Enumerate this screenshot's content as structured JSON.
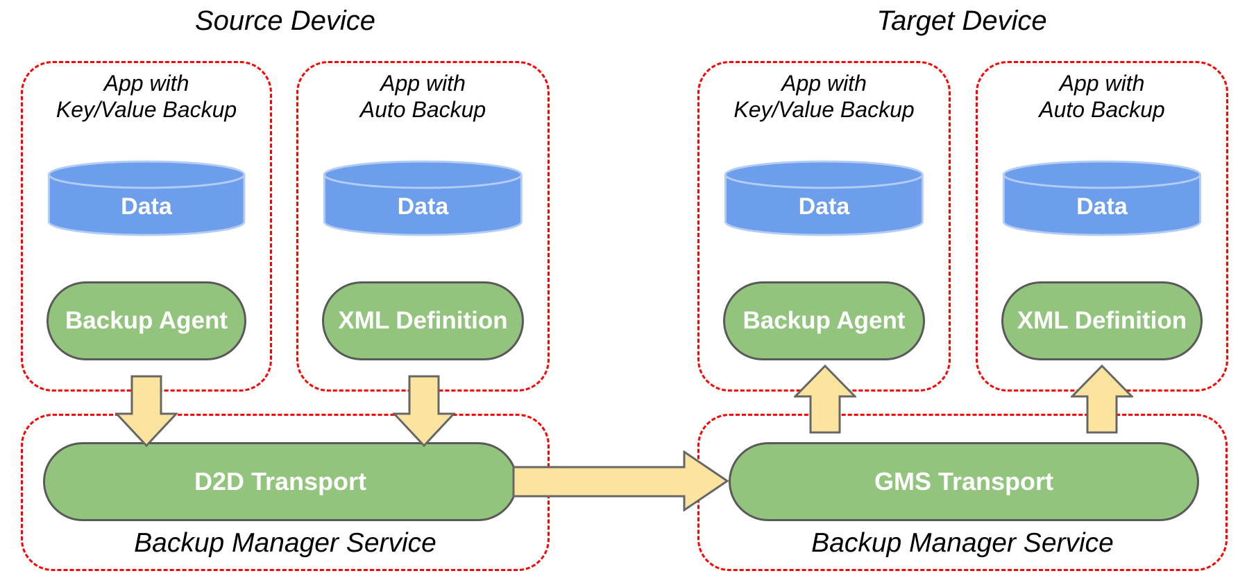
{
  "diagram": {
    "source": {
      "title": "Source Device",
      "apps": [
        {
          "label_line1": "App with",
          "label_line2": "Key/Value Backup",
          "data_store": "Data",
          "component": "Backup Agent"
        },
        {
          "label_line1": "App with",
          "label_line2": "Auto Backup",
          "data_store": "Data",
          "component": "XML Definition"
        }
      ],
      "manager": {
        "transport": "D2D Transport",
        "label": "Backup Manager Service"
      }
    },
    "target": {
      "title": "Target Device",
      "apps": [
        {
          "label_line1": "App with",
          "label_line2": "Key/Value Backup",
          "data_store": "Data",
          "component": "Backup Agent"
        },
        {
          "label_line1": "App with",
          "label_line2": "Auto Backup",
          "data_store": "Data",
          "component": "XML Definition"
        }
      ],
      "manager": {
        "transport": "GMS Transport",
        "label": "Backup Manager Service"
      }
    },
    "flows": [
      {
        "from": "Backup Agent (source app)",
        "to": "D2D Transport",
        "direction": "down"
      },
      {
        "from": "XML Definition (source app)",
        "to": "D2D Transport",
        "direction": "down"
      },
      {
        "from": "D2D Transport",
        "to": "GMS Transport",
        "direction": "right"
      },
      {
        "from": "GMS Transport",
        "to": "Backup Agent (target app)",
        "direction": "up"
      },
      {
        "from": "GMS Transport",
        "to": "XML Definition (target app)",
        "direction": "up"
      }
    ],
    "colors": {
      "dashed_border": "#ff0000",
      "shape_green": "#93c47d",
      "shape_green_border": "#595959",
      "cylinder_blue": "#6d9eeb",
      "cylinder_border": "#b3ccf6",
      "arrow_fill": "#fce49e",
      "arrow_border": "#666666",
      "text": "#000000",
      "text_on_shape": "#ffffff",
      "background": "#ffffff"
    }
  }
}
